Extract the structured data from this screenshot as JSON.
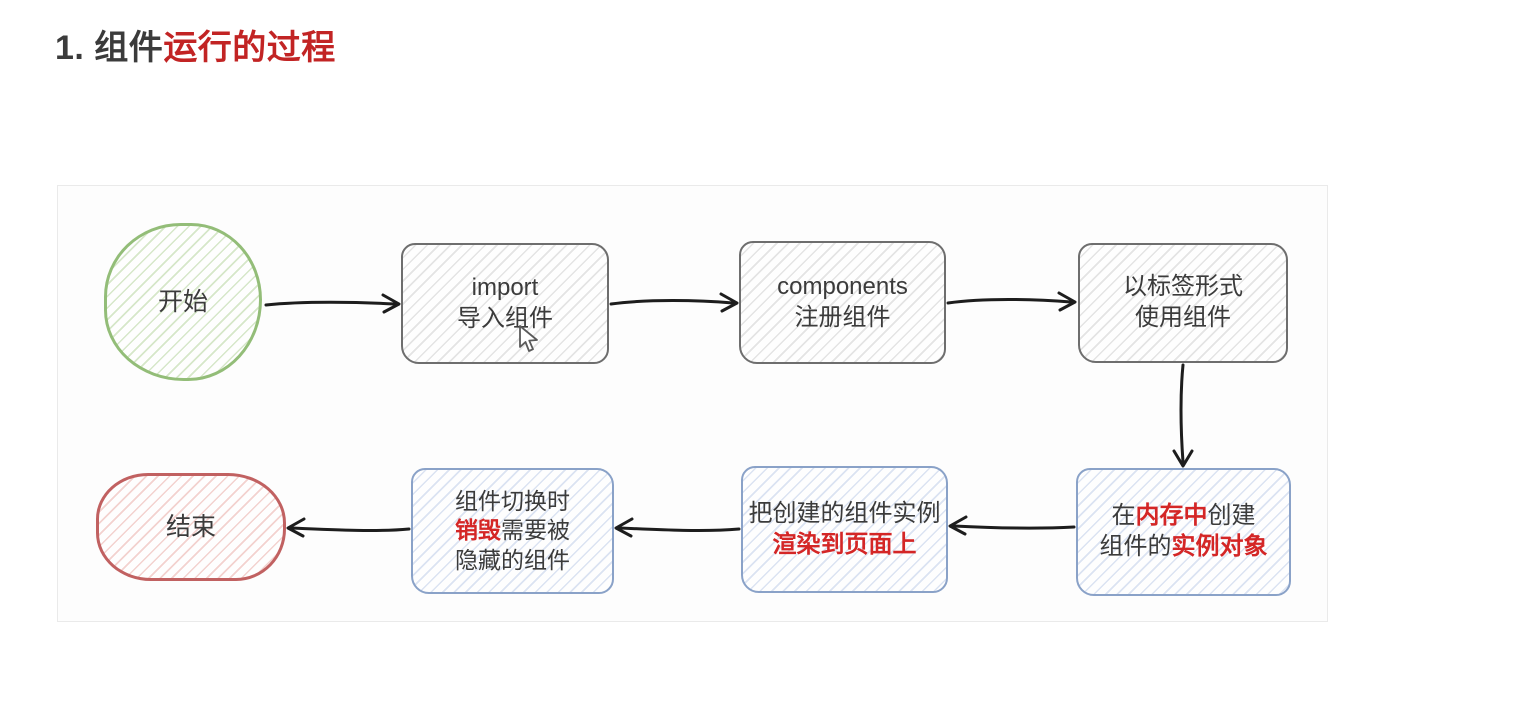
{
  "title": {
    "prefix": "1. 组件",
    "highlight": "运行的过程"
  },
  "colors": {
    "title-red": "#c22424",
    "text-dark": "#3b3b3b",
    "text-red": "#d42626",
    "arrow": "#1d1d1d",
    "panel-bg": "#fdfdfd",
    "panel-border": "#eaeaea",
    "green-border": "#93bd78",
    "green-hatch": "#d6e7c9",
    "gray-border": "#6e6e6e",
    "gray-hatch": "#e4e4e4",
    "blue-border": "#8aa2c8",
    "blue-hatch": "#dbe3f2",
    "red-border": "#c16161",
    "red-hatch": "#f3d2cf"
  },
  "icons": {
    "cursor_icon": "arrow-pointer"
  },
  "flowchart": {
    "start": {
      "label": "开始"
    },
    "import_step": {
      "line1": "import",
      "line2": "导入组件"
    },
    "register_step": {
      "line1": "components",
      "line2": "注册组件"
    },
    "use_tag_step": {
      "line1": "以标签形式",
      "line2": "使用组件"
    },
    "create_instance_step": {
      "seg1": "在",
      "seg2": "内存中",
      "seg3": "创建",
      "seg4": "组件的",
      "seg5": "实例对象"
    },
    "render_step": {
      "line1": "把创建的组件实例",
      "line2": "渲染到页面上"
    },
    "destroy_step": {
      "line1": "组件切换时",
      "seg1": "销毁",
      "seg2": "需要被",
      "line3": "隐藏的组件"
    },
    "end": {
      "label": "结束"
    }
  }
}
